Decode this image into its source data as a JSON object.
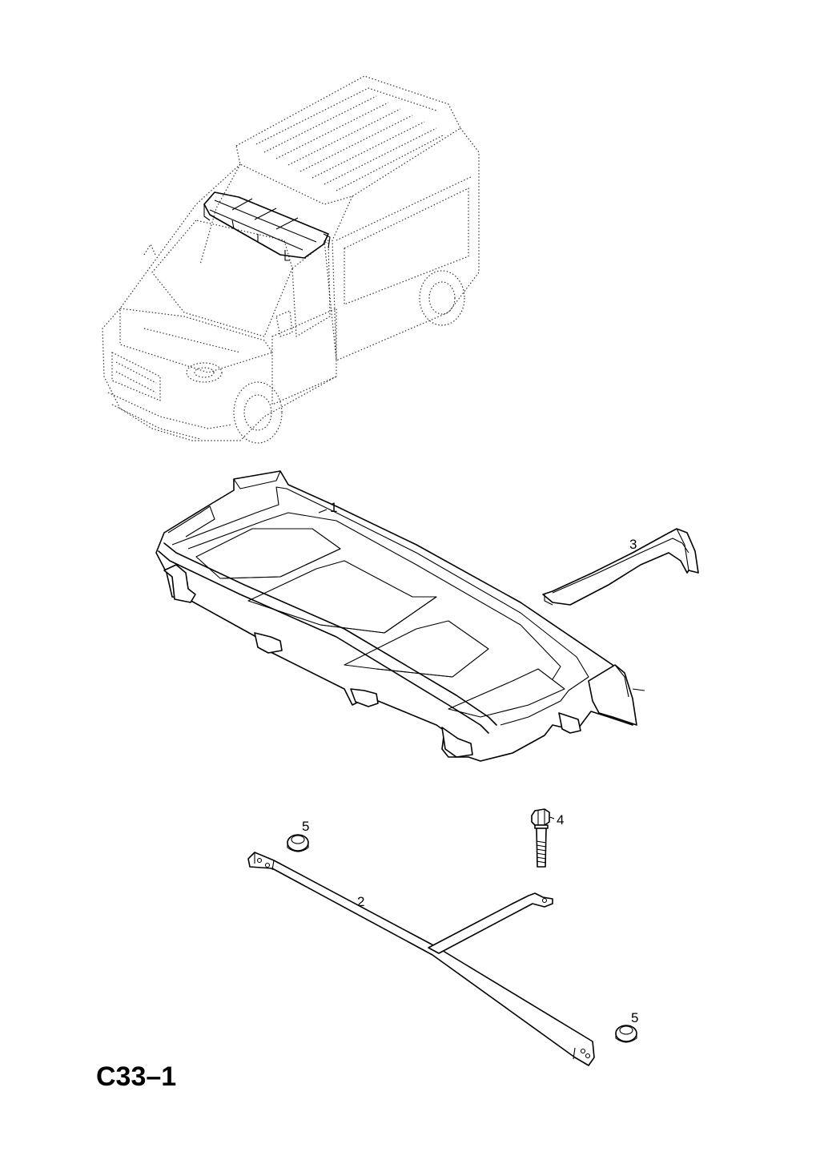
{
  "diagram": {
    "code": "C33–1",
    "callouts": [
      {
        "id": "1",
        "label": "1"
      },
      {
        "id": "2",
        "label": "2"
      },
      {
        "id": "3",
        "label": "3"
      },
      {
        "id": "4",
        "label": "4"
      },
      {
        "id": "5a",
        "label": "5"
      },
      {
        "id": "5b",
        "label": "5"
      }
    ]
  }
}
